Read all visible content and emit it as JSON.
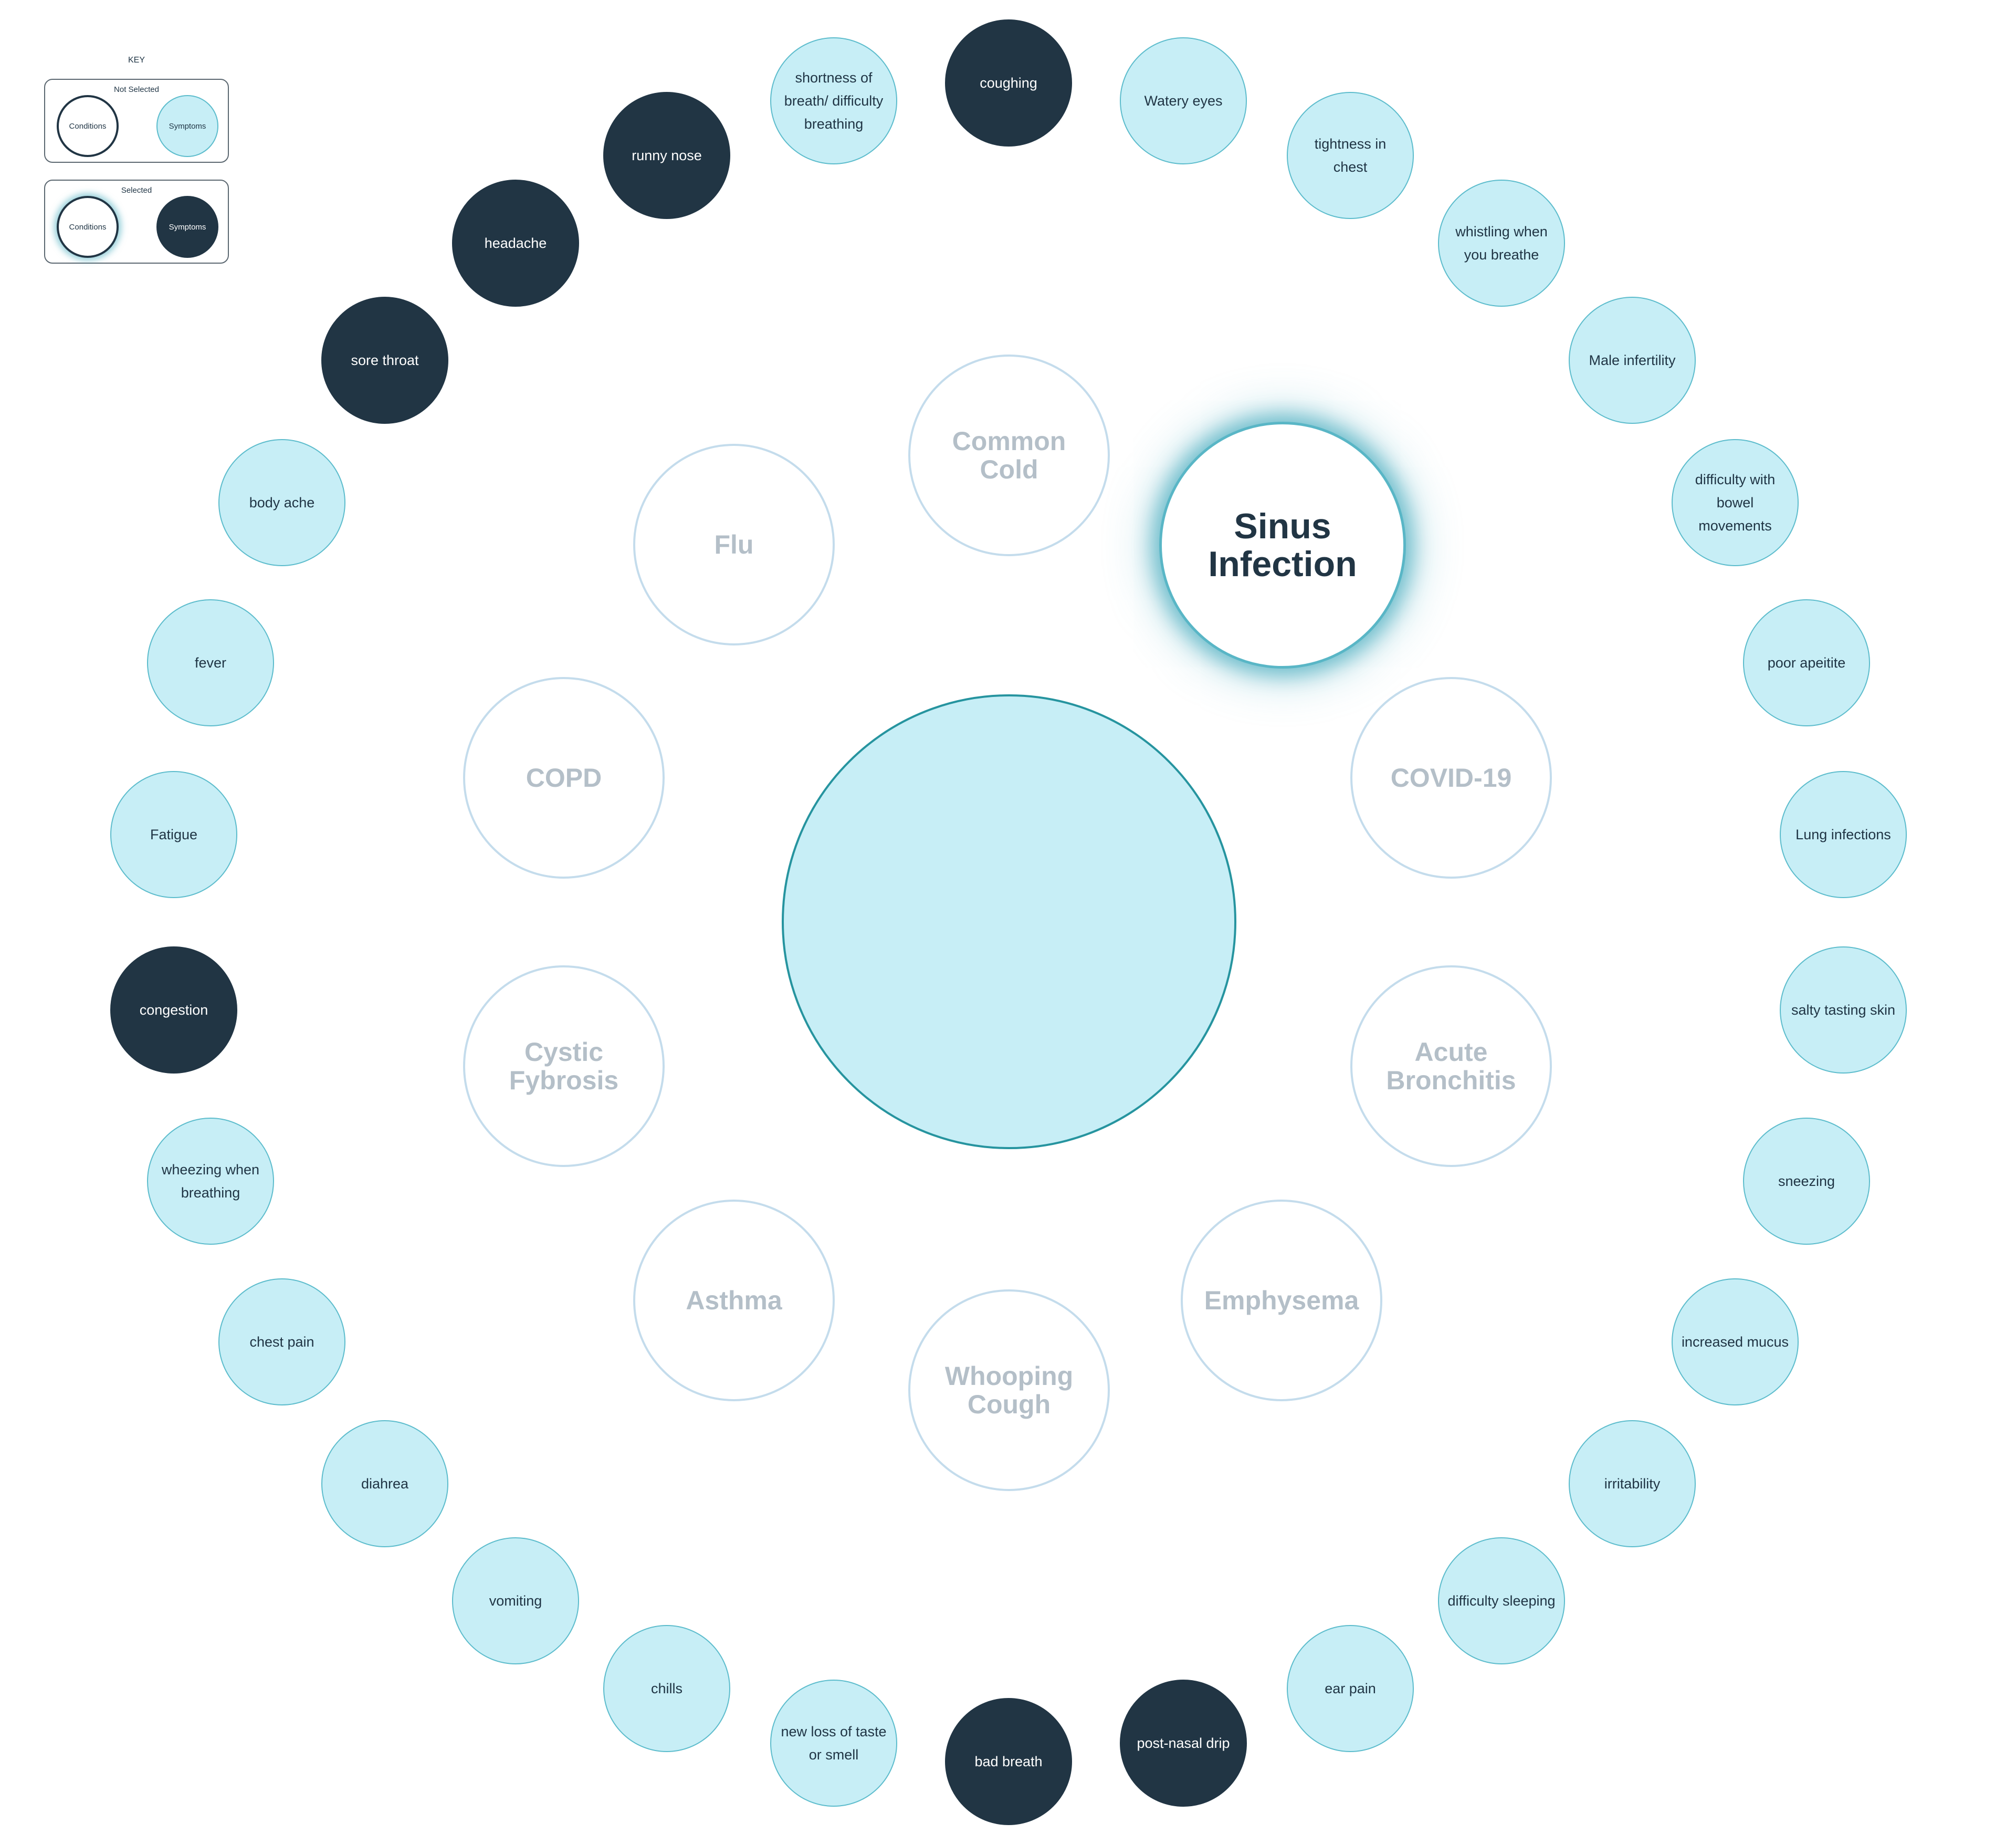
{
  "key": {
    "title": "KEY",
    "not_selected": {
      "label": "Not Selected",
      "conditions": "Conditions",
      "symptoms": "Symptoms"
    },
    "selected": {
      "label": "Selected",
      "conditions": "Conditions",
      "symptoms": "Symptoms"
    }
  },
  "colors": {
    "symptom_fill": "#c7eef6",
    "selected_fill": "#213544",
    "condition_border": "#c4dcec",
    "condition_text": "#b4bfc8",
    "center_border": "#26949f",
    "glow": "#59b6c6"
  },
  "conditions": [
    {
      "label": "Common Cold",
      "selected": false
    },
    {
      "label": "Sinus Infection",
      "selected": true
    },
    {
      "label": "COVID-19",
      "selected": false
    },
    {
      "label": "Acute Bronchitis",
      "selected": false
    },
    {
      "label": "Emphysema",
      "selected": false
    },
    {
      "label": "Whooping Cough",
      "selected": false
    },
    {
      "label": "Asthma",
      "selected": false
    },
    {
      "label": "Cystic Fybrosis",
      "selected": false
    },
    {
      "label": "COPD",
      "selected": false
    },
    {
      "label": "Flu",
      "selected": false
    }
  ],
  "symptoms": [
    {
      "label": "coughing",
      "selected": true
    },
    {
      "label": "Watery eyes",
      "selected": false
    },
    {
      "label": "tightness in chest",
      "selected": false
    },
    {
      "label": "whistling when you breathe",
      "selected": false
    },
    {
      "label": "Male infertility",
      "selected": false
    },
    {
      "label": "difficulty with bowel movements",
      "selected": false
    },
    {
      "label": "poor apeitite",
      "selected": false
    },
    {
      "label": "Lung infections",
      "selected": false
    },
    {
      "label": "salty tasting skin",
      "selected": false
    },
    {
      "label": "sneezing",
      "selected": false
    },
    {
      "label": "increased mucus",
      "selected": false
    },
    {
      "label": "irritability",
      "selected": false
    },
    {
      "label": "difficulty sleeping",
      "selected": false
    },
    {
      "label": "ear pain",
      "selected": false
    },
    {
      "label": "post-nasal drip",
      "selected": true
    },
    {
      "label": "bad breath",
      "selected": true
    },
    {
      "label": "new loss of taste or smell",
      "selected": false
    },
    {
      "label": "chills",
      "selected": false
    },
    {
      "label": "vomiting",
      "selected": false
    },
    {
      "label": "diahrea",
      "selected": false
    },
    {
      "label": "chest pain",
      "selected": false
    },
    {
      "label": "wheezing when breathing",
      "selected": false
    },
    {
      "label": "congestion",
      "selected": true
    },
    {
      "label": "Fatigue",
      "selected": false
    },
    {
      "label": "fever",
      "selected": false
    },
    {
      "label": "body ache",
      "selected": false
    },
    {
      "label": "sore throat",
      "selected": true
    },
    {
      "label": "headache",
      "selected": true
    },
    {
      "label": "runny nose",
      "selected": true
    },
    {
      "label": "shortness of breath/ difficulty breathing",
      "selected": false
    }
  ]
}
